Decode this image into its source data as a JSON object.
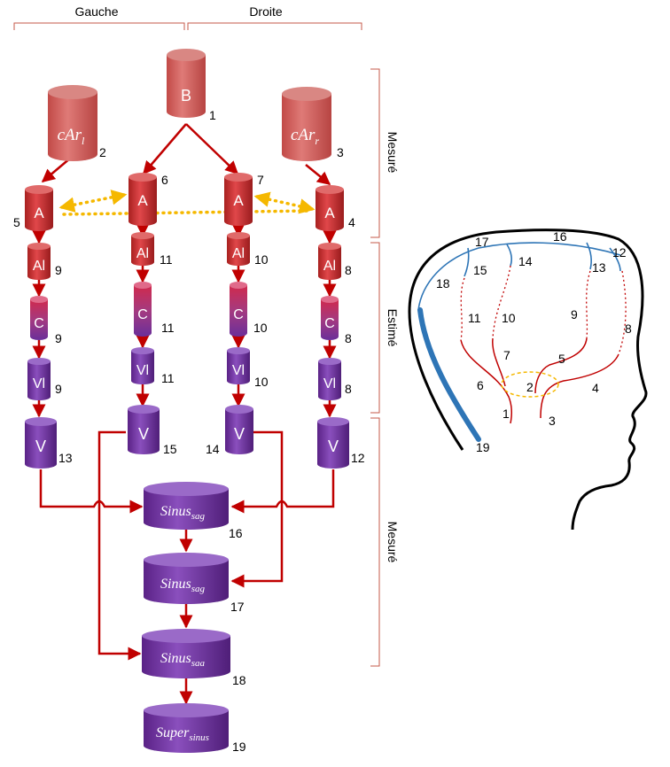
{
  "sides": {
    "left": "Gauche",
    "right": "Droite"
  },
  "regions": {
    "top": "Mesuré",
    "middle": "Estimé",
    "bottom": "Mesuré"
  },
  "nodes": {
    "b": {
      "label": "B",
      "num": "1"
    },
    "car_l": {
      "base": "cAr",
      "sub": "l",
      "num": "2"
    },
    "car_r": {
      "base": "cAr",
      "sub": "r",
      "num": "3"
    },
    "a5": {
      "label": "A",
      "num": "5"
    },
    "a6": {
      "label": "A",
      "num": "6"
    },
    "a7": {
      "label": "A",
      "num": "7"
    },
    "a4": {
      "label": "A",
      "num": "4"
    },
    "al9": {
      "label": "Al",
      "num": "9"
    },
    "al11": {
      "label": "Al",
      "num": "11"
    },
    "al10": {
      "label": "Al",
      "num": "10"
    },
    "al8": {
      "label": "Al",
      "num": "8"
    },
    "c9": {
      "label": "C",
      "num": "9"
    },
    "c11": {
      "label": "C",
      "num": "11"
    },
    "c10": {
      "label": "C",
      "num": "10"
    },
    "c8": {
      "label": "C",
      "num": "8"
    },
    "vl9": {
      "label": "Vl",
      "num": "9"
    },
    "vl11": {
      "label": "Vl",
      "num": "11"
    },
    "vl10": {
      "label": "Vl",
      "num": "10"
    },
    "vl8": {
      "label": "Vl",
      "num": "8"
    },
    "v13": {
      "label": "V",
      "num": "13"
    },
    "v15": {
      "label": "V",
      "num": "15"
    },
    "v14": {
      "label": "V",
      "num": "14"
    },
    "v12": {
      "label": "V",
      "num": "12"
    },
    "s16": {
      "base": "Sinus",
      "sub": "sag",
      "num": "16"
    },
    "s17": {
      "base": "Sinus",
      "sub": "sag",
      "num": "17"
    },
    "s18": {
      "base": "Sinus",
      "sub": "saa",
      "num": "18"
    },
    "s19": {
      "base": "Super",
      "sub": "sinus",
      "num": "19"
    }
  },
  "head_labels": [
    "1",
    "2",
    "3",
    "4",
    "5",
    "6",
    "7",
    "8",
    "9",
    "10",
    "11",
    "12",
    "13",
    "14",
    "15",
    "16",
    "17",
    "18",
    "19"
  ],
  "colors": {
    "artery": "#c0282c",
    "vein": "#6a3093",
    "arrow": "#c00000",
    "dotted_link": "#f5b800",
    "head_vessel": "#2e75b6",
    "bracket": "#c55a4a"
  }
}
